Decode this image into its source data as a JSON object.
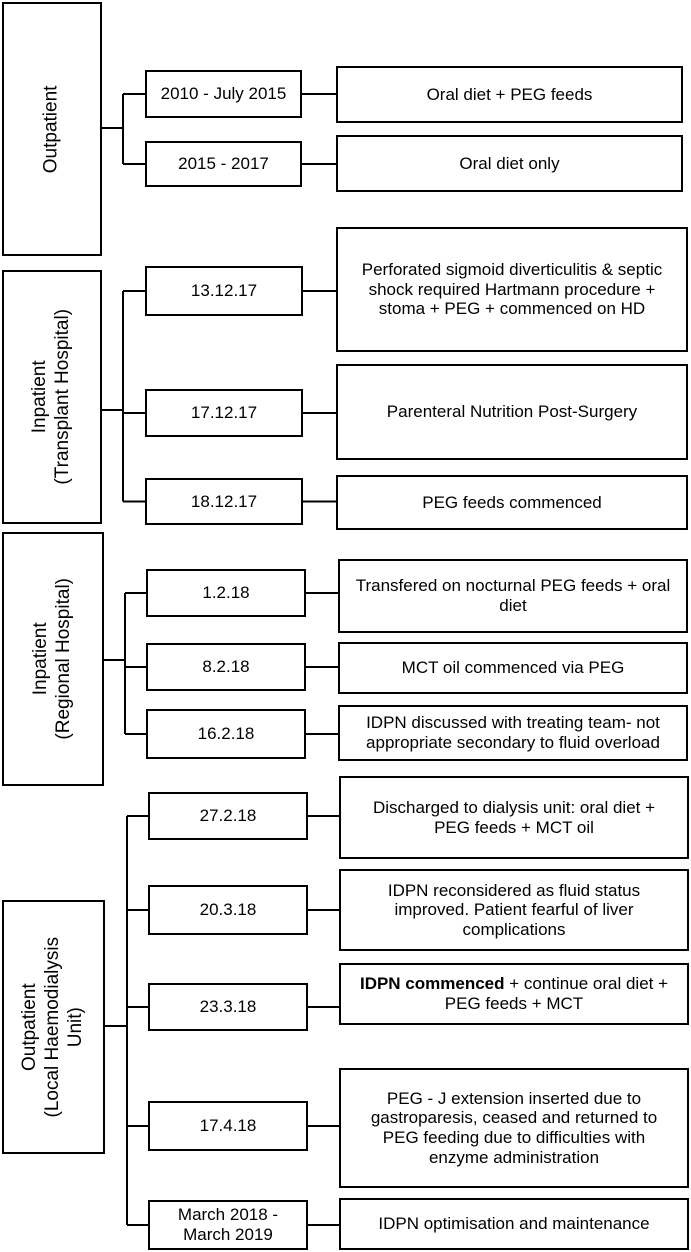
{
  "sections": [
    {
      "label": [
        "Outpatient"
      ],
      "events": [
        {
          "date": [
            "2010 - July 2015"
          ],
          "description": [
            [
              "Oral diet + PEG feeds"
            ]
          ]
        },
        {
          "date": [
            "2015 - 2017"
          ],
          "description": [
            [
              "Oral diet only"
            ]
          ]
        }
      ]
    },
    {
      "label": [
        "Inpatient",
        "(Transplant Hospital)"
      ],
      "events": [
        {
          "date": [
            "13.12.17"
          ],
          "description": [
            [
              "Perforated sigmoid diverticulitis & septic"
            ],
            [
              "shock required Hartmann procedure +"
            ],
            [
              "stoma + PEG + commenced on HD"
            ]
          ]
        },
        {
          "date": [
            "17.12.17"
          ],
          "description": [
            [
              "Parenteral Nutrition Post-Surgery"
            ]
          ]
        },
        {
          "date": [
            "18.12.17"
          ],
          "description": [
            [
              "PEG feeds commenced"
            ]
          ]
        }
      ]
    },
    {
      "label": [
        "Inpatient",
        "(Regional Hospital)"
      ],
      "events": [
        {
          "date": [
            "1.2.18"
          ],
          "description": [
            [
              "Transfered on nocturnal PEG feeds + oral"
            ],
            [
              "diet"
            ]
          ]
        },
        {
          "date": [
            "8.2.18"
          ],
          "description": [
            [
              "MCT oil commenced via PEG"
            ]
          ]
        },
        {
          "date": [
            "16.2.18"
          ],
          "description": [
            [
              "IDPN discussed with treating team- not"
            ],
            [
              "appropriate secondary to fluid overload"
            ]
          ]
        }
      ]
    },
    {
      "label": [
        "Outpatient",
        "(Local Haemodialysis",
        "Unit)"
      ],
      "events": [
        {
          "date": [
            "27.2.18"
          ],
          "description": [
            [
              "Discharged to dialysis unit: oral diet +"
            ],
            [
              "PEG feeds + MCT oil"
            ]
          ]
        },
        {
          "date": [
            "20.3.18"
          ],
          "description": [
            [
              "IDPN reconsidered as fluid status"
            ],
            [
              "improved. Patient fearful of liver"
            ],
            [
              "complications"
            ]
          ]
        },
        {
          "date": [
            "23.3.18"
          ],
          "description": [
            [
              "IDPN commenced",
              " + continue oral diet +"
            ],
            [
              "PEG feeds + MCT"
            ]
          ]
        },
        {
          "date": [
            "17.4.18"
          ],
          "description": [
            [
              "PEG - J extension inserted due to"
            ],
            [
              "gastroparesis, ceased and returned to"
            ],
            [
              "PEG feeding due to difficulties with"
            ],
            [
              "enzyme administration"
            ]
          ]
        },
        {
          "date": [
            "March 2018 -",
            "March 2019"
          ],
          "description": [
            [
              "IDPN optimisation and maintenance"
            ]
          ]
        }
      ]
    }
  ]
}
